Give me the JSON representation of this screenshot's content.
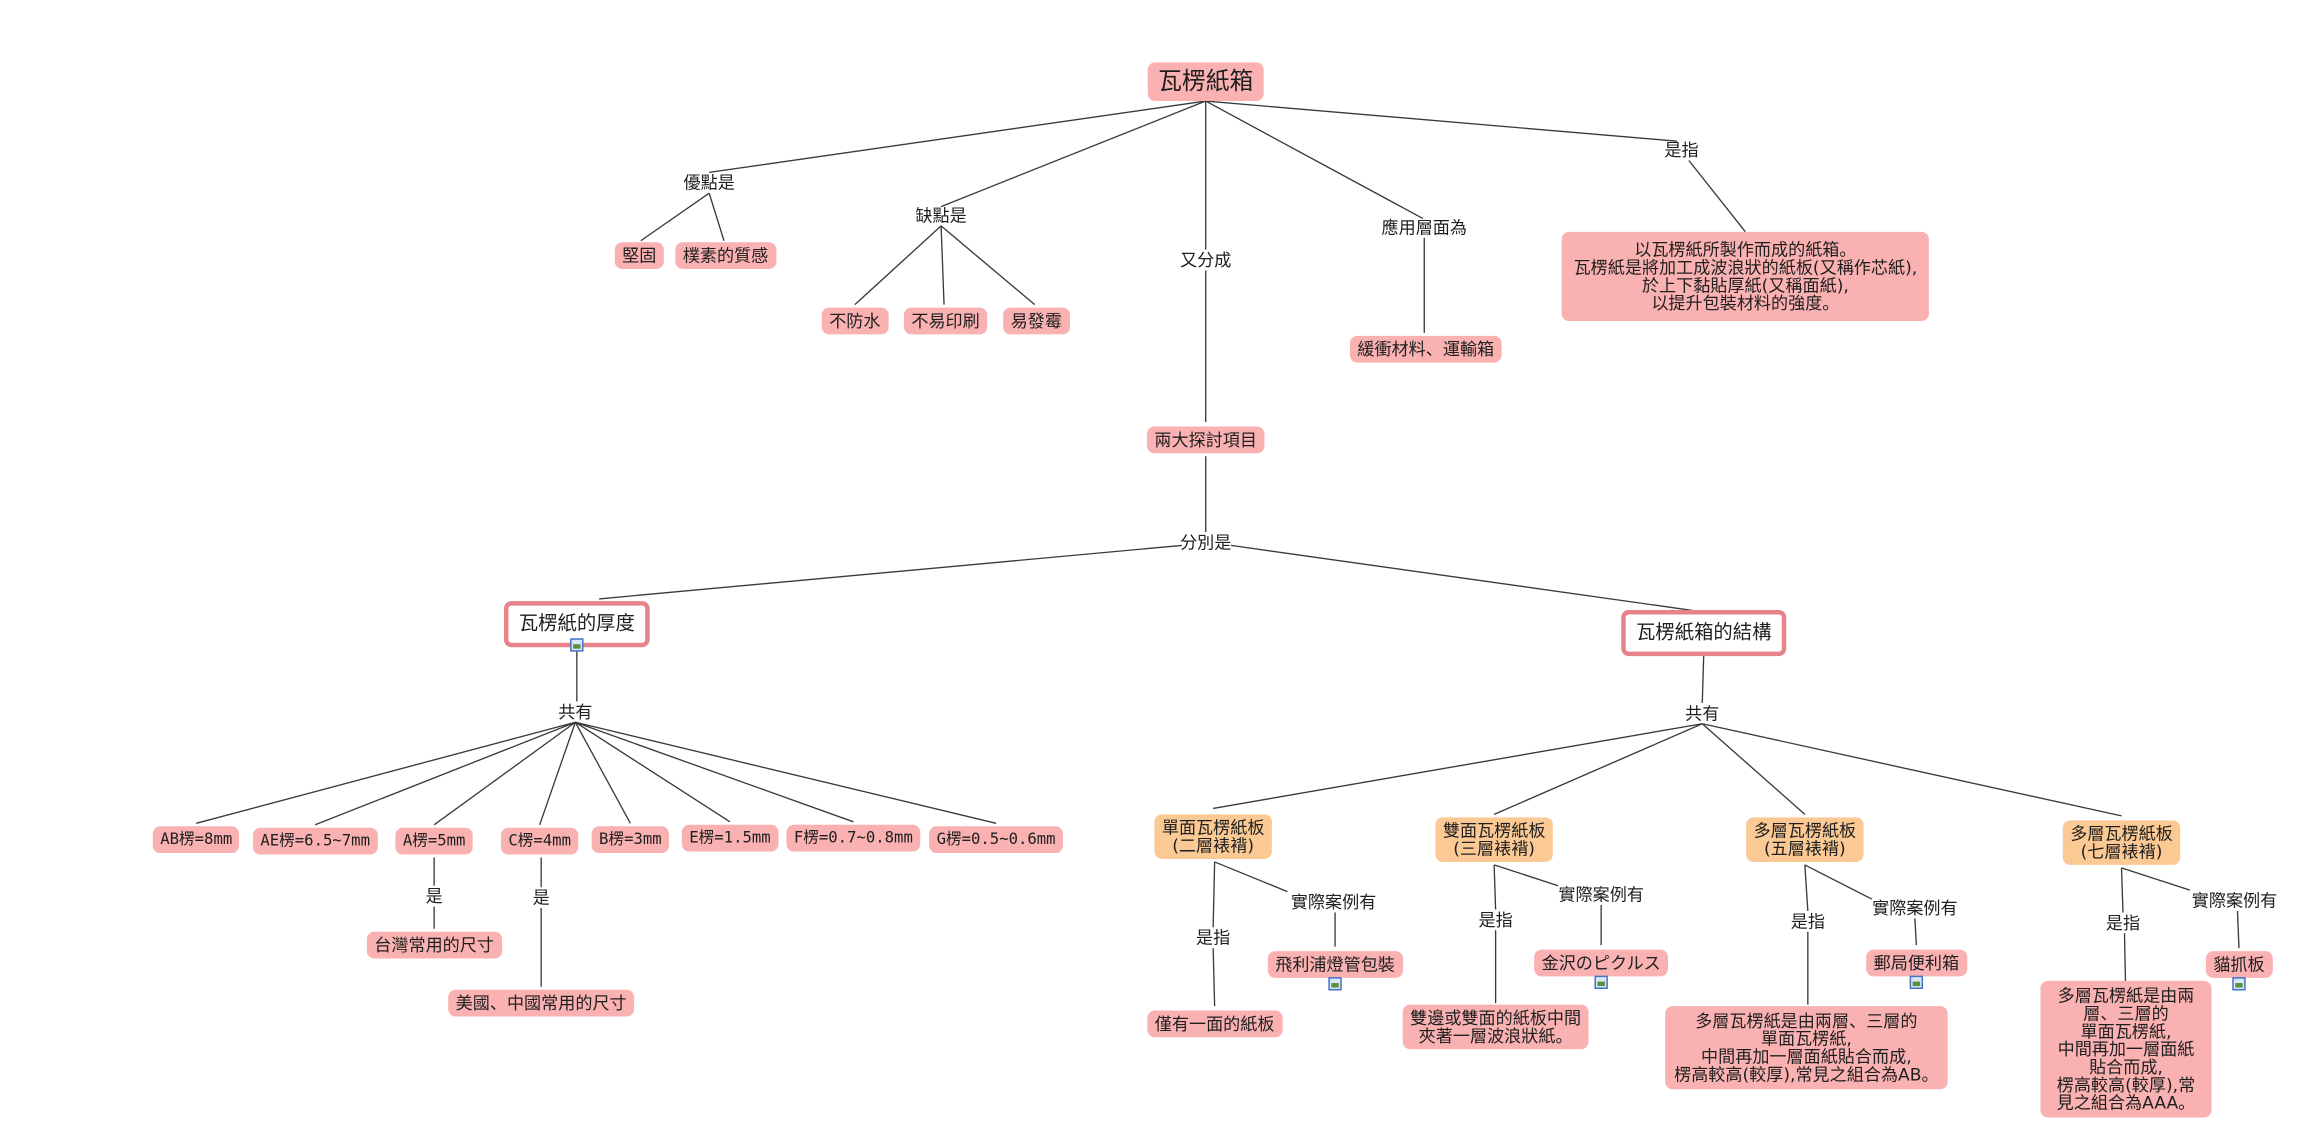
{
  "diagram": {
    "root": "瓦楞紙箱",
    "links": {
      "advantages": "優點是",
      "disadvantages": "缺點是",
      "divided": "又分成",
      "applications": "應用層面為",
      "definition": "是指",
      "respectively": "分別是",
      "thickness_has": "共有",
      "structure_has": "共有",
      "a_is": "是",
      "c_is": "是",
      "single_is": "是指",
      "single_example": "實際案例有",
      "double_is": "是指",
      "double_example": "實際案例有",
      "five_is": "是指",
      "five_example": "實際案例有",
      "seven_is": "是指",
      "seven_example": "實際案例有"
    },
    "nodes": {
      "sturdy": "堅固",
      "simple_texture": "樸素的質感",
      "not_waterproof": "不防水",
      "hard_to_print": "不易印刷",
      "easy_mold": "易發霉",
      "two_topics": "兩大探討項目",
      "application": "緩衝材料、運輸箱",
      "definition": "以瓦楞紙所製作而成的紙箱。\n瓦楞紙是將加工成波浪狀的紙板(又稱作芯紙),\n於上下黏貼厚紙(又稱面紙),\n以提升包裝材料的強度。",
      "thickness": "瓦楞紙的厚度",
      "structure": "瓦楞紙箱的結構",
      "ab": "AB楞=8mm",
      "ae": "AE楞=6.5~7mm",
      "a": "A楞=5mm",
      "c": "C楞=4mm",
      "b": "B楞=3mm",
      "e": "E楞=1.5mm",
      "f": "F楞=0.7~0.8mm",
      "g": "G楞=0.5~0.6mm",
      "taiwan": "台灣常用的尺寸",
      "us_china": "美國、中國常用的尺寸",
      "single": "單面瓦楞紙板\n(二層裱褙)",
      "double": "雙面瓦楞紙板\n(三層裱褙)",
      "five": "多層瓦楞紙板\n(五層裱褙)",
      "seven": "多層瓦楞紙板\n(七層裱褙)",
      "single_desc": "僅有一面的紙板",
      "single_ex": "飛利浦燈管包裝",
      "double_desc": "雙邊或雙面的紙板中間\n夾著一層波浪狀紙。",
      "double_ex": "金沢のピクルス",
      "five_desc": "多層瓦楞紙是由兩層、三層的\n單面瓦楞紙,\n中間再加一層面紙貼合而成,\n楞高較高(較厚),常見之組合為AB。",
      "five_ex": "郵局便利箱",
      "seven_desc": "多層瓦楞紙是由兩層、三層的\n單面瓦楞紙,\n中間再加一層面紙貼合而成,\n楞高較高(較厚),常見之組合為AAA。",
      "seven_ex": "貓抓板"
    },
    "colors": {
      "concept": "#f9b1b1",
      "structure_type": "#fbc994",
      "highlight_border": "#e7838a",
      "line": "#3a3a3a"
    },
    "icons": [
      "resource-icon"
    ]
  }
}
